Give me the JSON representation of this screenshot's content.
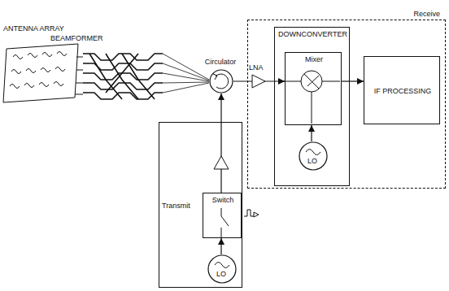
{
  "diagram": {
    "nodes": [
      {
        "text": [
          "Circulator"
        ]
      },
      {
        "text": [
          "Receive"
        ]
      },
      {
        "text": [
          "DOWNCONVERTER"
        ],
        "in": 1
      },
      {
        "text": [
          "Mixer"
        ],
        "in": 2
      },
      {
        "text": [
          "LO"
        ],
        "in": 2
      },
      {
        "text": [
          "IF PROCESSING"
        ],
        "in": 1
      },
      {
        "text": [
          "Transmit"
        ]
      },
      {
        "text": [
          "Switch"
        ],
        "in": 6
      },
      {
        "text": [
          "LO"
        ],
        "in": 6
      }
    ],
    "edges": [
      {
        "from": 0,
        "to": 3,
        "arrow": "to"
      },
      {
        "from": 4,
        "to": 3,
        "arrow": "to"
      },
      {
        "from": 3,
        "to": 5,
        "arrow": "to"
      },
      {
        "from": 8,
        "to": 7,
        "arrow": "to"
      },
      {
        "from": 7,
        "to": 0,
        "arrow": "to"
      }
    ],
    "labels": [
      "ANTENNA ARRAY",
      "BEAMFORMER",
      "LNA"
    ]
  }
}
